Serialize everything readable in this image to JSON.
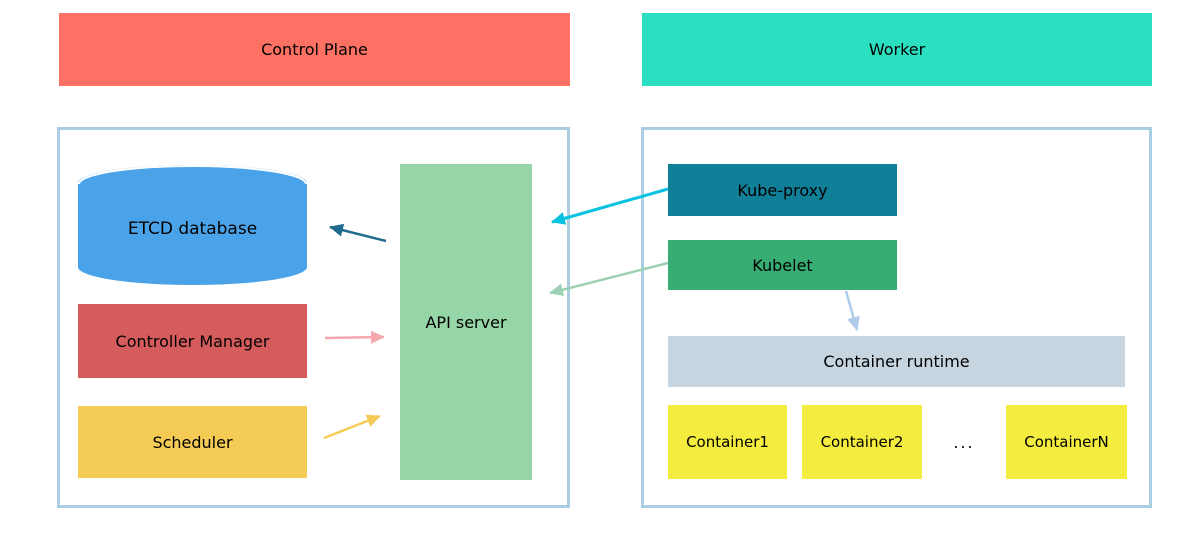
{
  "headers": {
    "control_plane": {
      "label": "Control Plane",
      "color": "#fc7164"
    },
    "worker": {
      "label": "Worker",
      "color": "#2bdfc1"
    }
  },
  "panels": {
    "border_color": "#a9cde1"
  },
  "control_plane": {
    "etcd": {
      "label": "ETCD database",
      "color": "#4aa3e8"
    },
    "controller_manager": {
      "label": "Controller Manager",
      "color": "#d55c5c"
    },
    "scheduler": {
      "label": "Scheduler",
      "color": "#f4cc55"
    },
    "api_server": {
      "label": "API server",
      "color": "#96d5a5"
    }
  },
  "worker": {
    "kube_proxy": {
      "label": "Kube-proxy",
      "color": "#107f98"
    },
    "kubelet": {
      "label": "Kubelet",
      "color": "#38ad73"
    },
    "container_runtime": {
      "label": "Container runtime",
      "color": "#c6d5e0"
    },
    "containers_color": "#f4ec3e",
    "containers": [
      {
        "label": "Container1"
      },
      {
        "label": "Container2"
      },
      {
        "label": "ContainerN"
      }
    ],
    "ellipsis": "..."
  },
  "arrows": [
    {
      "name": "api-server-to-etcd",
      "color": "#1f6b8d"
    },
    {
      "name": "controller-manager-to-api-server",
      "color": "#f5a8ae"
    },
    {
      "name": "scheduler-to-api-server",
      "color": "#f6cb55"
    },
    {
      "name": "kube-proxy-to-api-server",
      "color": "#09c2df"
    },
    {
      "name": "kubelet-to-api-server",
      "color": "#9ed0b4"
    },
    {
      "name": "kubelet-to-container-runtime",
      "color": "#aecbe9"
    }
  ]
}
